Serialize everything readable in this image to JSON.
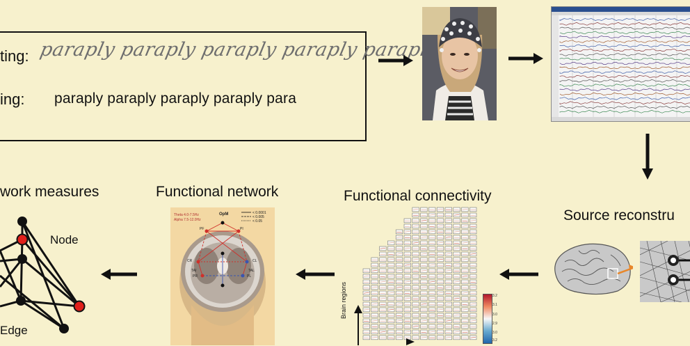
{
  "handwriting_panel": {
    "label_top": "ting:",
    "label_bottom": "ing:",
    "handwritten_text": "paraply paraply paraply paraply paraply",
    "typed_text": "paraply paraply paraply paraply para"
  },
  "sections": {
    "network_measures": "work measures",
    "functional_network": "Functional network",
    "functional_connectivity": "Functional connectivity",
    "source_reconstruction": "Source reconstru"
  },
  "graph_labels": {
    "node": "Node",
    "edge": "Edge"
  },
  "functional_network_panel": {
    "band_1": "Theta 4.0-7.5Hz",
    "band_2": "Alpha 7.5-12.0Hz",
    "top_label": "OpM",
    "legend": [
      "< 0.0001",
      "< 0.005",
      "< 0.05"
    ],
    "regions": [
      "PF",
      "PI",
      "CR",
      "CL",
      "TAI",
      "TAL",
      "PR",
      "PL"
    ]
  },
  "connectivity_panel": {
    "axis_label": "Brain regions",
    "colorbar_ticks": [
      "3.2",
      "3.1",
      "3.0",
      "2.9",
      "3.0",
      "3.2"
    ]
  },
  "colors": {
    "background": "#f7f1cd",
    "arrow": "#111111",
    "red_node": "#e0201b",
    "orange_arrow": "#e8872a"
  }
}
